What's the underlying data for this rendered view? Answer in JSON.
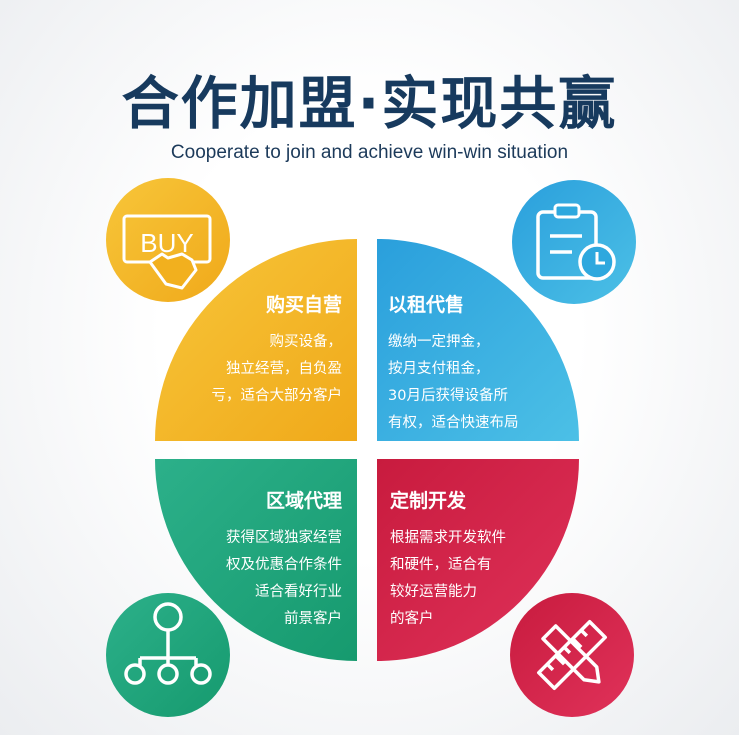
{
  "title": "合作加盟·实现共赢",
  "subtitle": "Cooperate to join and achieve win-win situation",
  "colors": {
    "yellow": "#f2b01e",
    "blue": "#2ea8de",
    "green": "#1fa37a",
    "red": "#d3234a",
    "title": "#173a5e"
  },
  "quadrants": [
    {
      "title": "购买自营",
      "lines": [
        "购买设备，",
        "独立经营，自负盈",
        "亏，适合大部分客户"
      ],
      "icon": "buy-touch-icon"
    },
    {
      "title": "以租代售",
      "lines": [
        "缴纳一定押金，",
        "按月支付租金，",
        "30月后获得设备所",
        "有权，适合快速布局"
      ],
      "icon": "clipboard-clock-icon"
    },
    {
      "title": "区域代理",
      "lines": [
        "获得区域独家经营",
        "权及优惠合作条件",
        "适合看好行业",
        "前景客户"
      ],
      "icon": "network-hierarchy-icon"
    },
    {
      "title": "定制开发",
      "lines": [
        "根据需求开发软件",
        "和硬件，适合有",
        "较好运营能力",
        "的客户"
      ],
      "icon": "pencil-ruler-icon"
    }
  ],
  "buy_icon_text": "BUY"
}
